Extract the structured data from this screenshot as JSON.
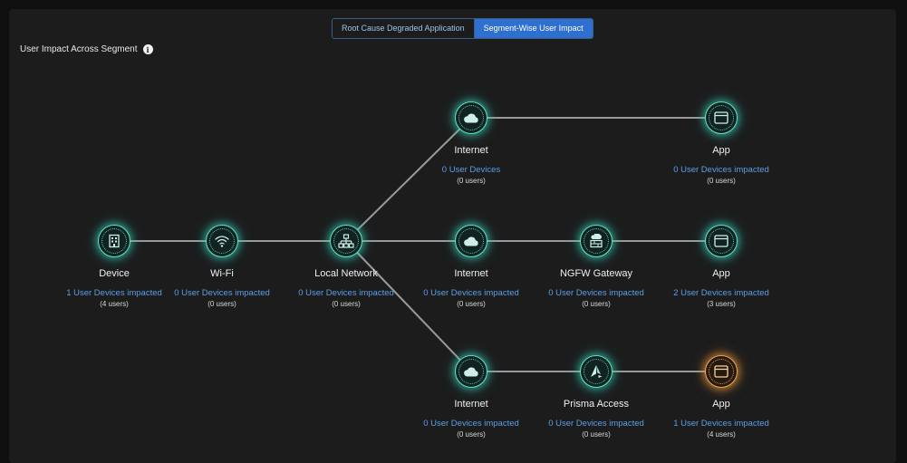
{
  "tabs": [
    {
      "label": "Root Cause Degraded Application",
      "active": false
    },
    {
      "label": "Segment-Wise User Impact",
      "active": true
    }
  ],
  "section_title": "User Impact Across Segment",
  "nodes": {
    "device": {
      "label": "Device",
      "impact": "1 User Devices impacted",
      "users": "(4 users)",
      "icon": "building-icon"
    },
    "wifi": {
      "label": "Wi-Fi",
      "impact": "0 User Devices impacted",
      "users": "(0 users)",
      "icon": "wifi-icon"
    },
    "local_network": {
      "label": "Local Network",
      "impact": "0 User Devices impacted",
      "users": "(0 users)",
      "icon": "network-icon"
    },
    "internet_top": {
      "label": "Internet",
      "impact": "0 User Devices",
      "users": "(0 users)",
      "icon": "cloud-icon"
    },
    "app_top": {
      "label": "App",
      "impact": "0 User Devices impacted",
      "users": "(0 users)",
      "icon": "app-window-icon"
    },
    "internet_mid": {
      "label": "Internet",
      "impact": "0 User Devices impacted",
      "users": "(0 users)",
      "icon": "cloud-icon"
    },
    "ngfw": {
      "label": "NGFW Gateway",
      "impact": "0 User Devices impacted",
      "users": "(0 users)",
      "icon": "firewall-icon"
    },
    "app_mid": {
      "label": "App",
      "impact": "2 User Devices impacted",
      "users": "(3 users)",
      "icon": "app-window-icon"
    },
    "internet_bot": {
      "label": "Internet",
      "impact": "0 User Devices impacted",
      "users": "(0 users)",
      "icon": "cloud-icon"
    },
    "prisma": {
      "label": "Prisma Access",
      "impact": "0 User Devices impacted",
      "users": "(0 users)",
      "icon": "prisma-icon"
    },
    "app_bot": {
      "label": "App",
      "impact": "1 User Devices impacted",
      "users": "(4 users)",
      "icon": "app-window-icon",
      "status": "warning"
    }
  },
  "colors": {
    "node_ok": "#5fe0c9",
    "node_warning": "#f0a24a",
    "link": "#5b9fe6",
    "edge": "#9a9a9a",
    "active_tab": "#2f6fd0"
  }
}
